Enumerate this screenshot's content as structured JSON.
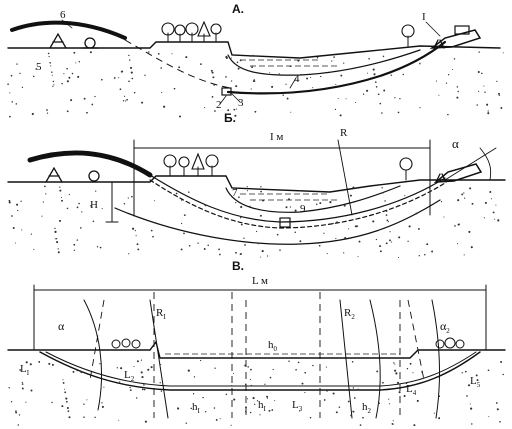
{
  "panels": {
    "a": {
      "title": "А.",
      "labels": {
        "n6": "6",
        "n5": "5",
        "n4": "4",
        "n3": "3",
        "n2": "2",
        "n1": "I"
      }
    },
    "b": {
      "title": "Б.",
      "labels": {
        "span": "I м",
        "radius": "R",
        "depth": "Н",
        "angle": "α",
        "n7": "7",
        "n9": "9"
      }
    },
    "c": {
      "title": "В.",
      "labels": {
        "span": "L м",
        "r1": "R",
        "r1sub": "I",
        "r2": "R",
        "r2sub": "2",
        "a1": "α",
        "a2": "α",
        "a2sub": "2",
        "l1": "L",
        "l1sub": "I",
        "l2": "L",
        "l2sub": "2",
        "l3": "L",
        "l3sub": "3",
        "l4": "L",
        "l4sub": "4",
        "l5": "L",
        "l5sub": "5",
        "h0": "h",
        "h0sub": "0",
        "h1": "h",
        "h1sub": "I",
        "hh1": "h",
        "hh1sub": "I",
        "hh2": "h",
        "hh2sub": "2"
      }
    }
  }
}
